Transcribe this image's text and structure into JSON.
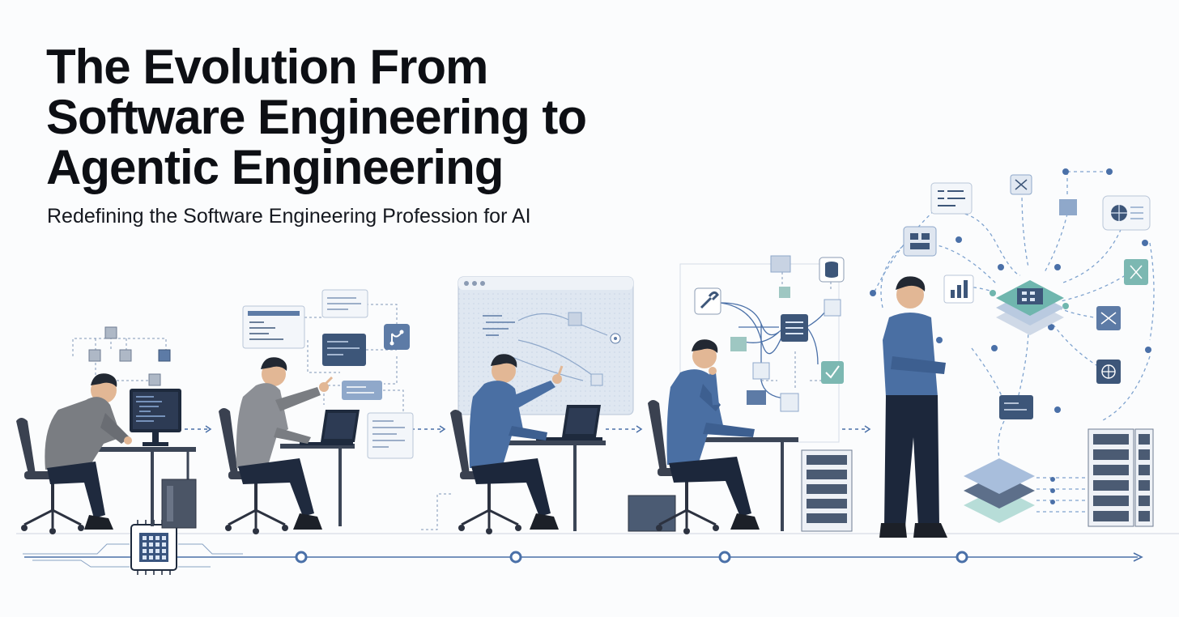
{
  "header": {
    "title_lines": [
      "The Evolution From",
      "Software Engineering to",
      "Agentic Engineering"
    ],
    "subtitle": "Redefining the Software Engineering Profession for AI"
  },
  "palette": {
    "ink": "#0d0f14",
    "navy": "#1e2a3d",
    "blue": "#4a70a8",
    "slate": "#5d7391",
    "teal": "#6fb6ae",
    "hoodie": "#7a7d82"
  },
  "stages": [
    {
      "figure": "engineer-hoodie-desktop",
      "device": "desktop-monitor"
    },
    {
      "figure": "engineer-hoodie-laptop-pointing",
      "device": "laptop"
    },
    {
      "figure": "engineer-shirt-laptop-pointing",
      "device": "laptop"
    },
    {
      "figure": "engineer-shirt-thinking",
      "device": "server-rack"
    },
    {
      "figure": "engineer-standing-arms-crossed",
      "device": "server-racks"
    }
  ]
}
